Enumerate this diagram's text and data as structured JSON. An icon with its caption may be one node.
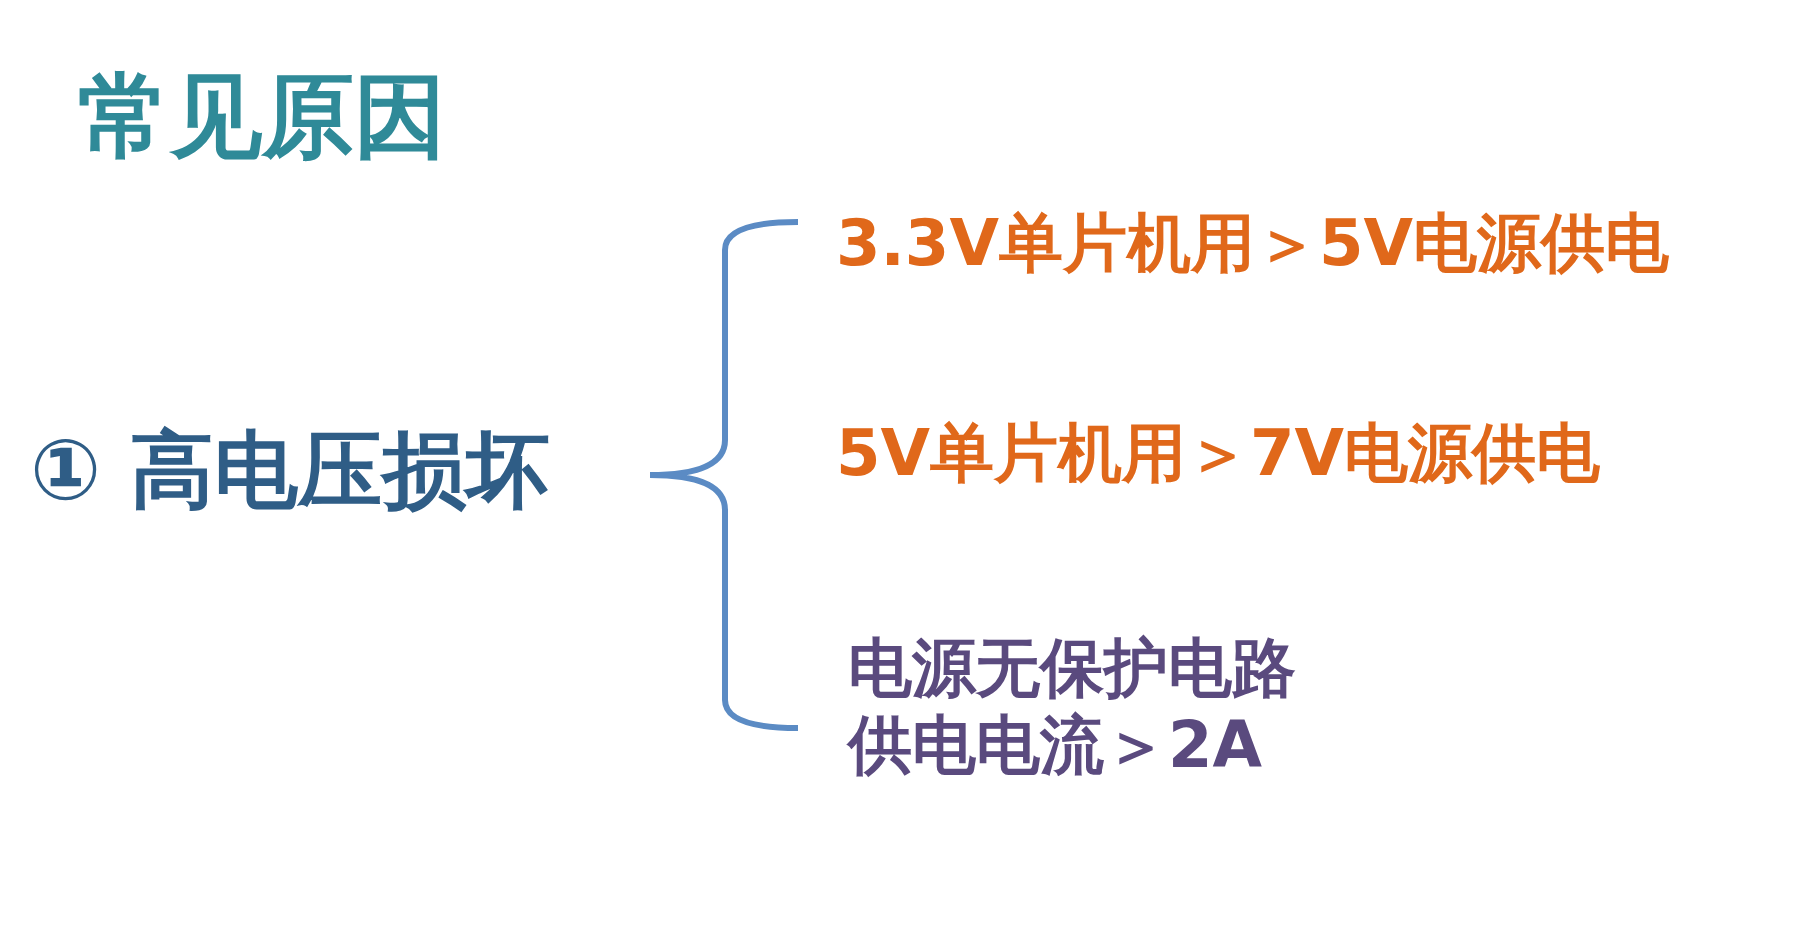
{
  "diagram": {
    "title": "常见原因",
    "labels": [
      "① 高电压损坏",
      "3.3V单片机用＞5V电源供电",
      "5V单片机用＞7V电源供电",
      "电源无保护电路供电电流＞2A"
    ]
  }
}
